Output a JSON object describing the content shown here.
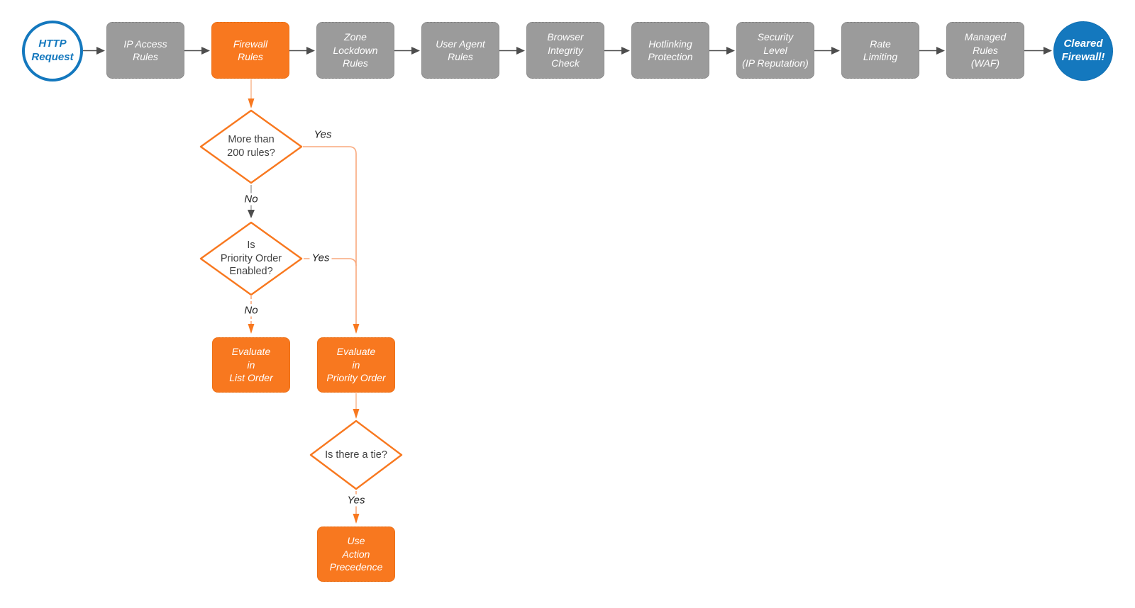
{
  "flow": {
    "start": {
      "label": "HTTP\nRequest"
    },
    "end": {
      "label": "Cleared\nFirewall!"
    },
    "stages": [
      {
        "label": "IP Access\nRules"
      },
      {
        "label": "Firewall\nRules"
      },
      {
        "label": "Zone\nLockdown\nRules"
      },
      {
        "label": "User Agent\nRules"
      },
      {
        "label": "Browser\nIntegrity\nCheck"
      },
      {
        "label": "Hotlinking\nProtection"
      },
      {
        "label": "Security\nLevel\n(IP Reputation)"
      },
      {
        "label": "Rate\nLimiting"
      },
      {
        "label": "Managed\nRules\n(WAF)"
      }
    ],
    "decisions": [
      {
        "label": "More than\n200 rules?",
        "yes": "Yes",
        "no": "No"
      },
      {
        "label": "Is\nPriority Order\nEnabled?",
        "yes": "Yes",
        "no": "No"
      },
      {
        "label": "Is there a tie?",
        "yes": "Yes"
      }
    ],
    "processes": [
      {
        "label": "Evaluate\nin\nList Order"
      },
      {
        "label": "Evaluate\nin\nPriority Order"
      },
      {
        "label": "Use\nAction\nPrecedence"
      }
    ],
    "colors": {
      "orange": "#f8781f",
      "orange_line": "#f9a97d",
      "gray_box": "#9b9b9b",
      "gray_line": "#4d4d4d",
      "blue": "#1478be",
      "white": "#ffffff",
      "decision_text": "#404040"
    }
  }
}
